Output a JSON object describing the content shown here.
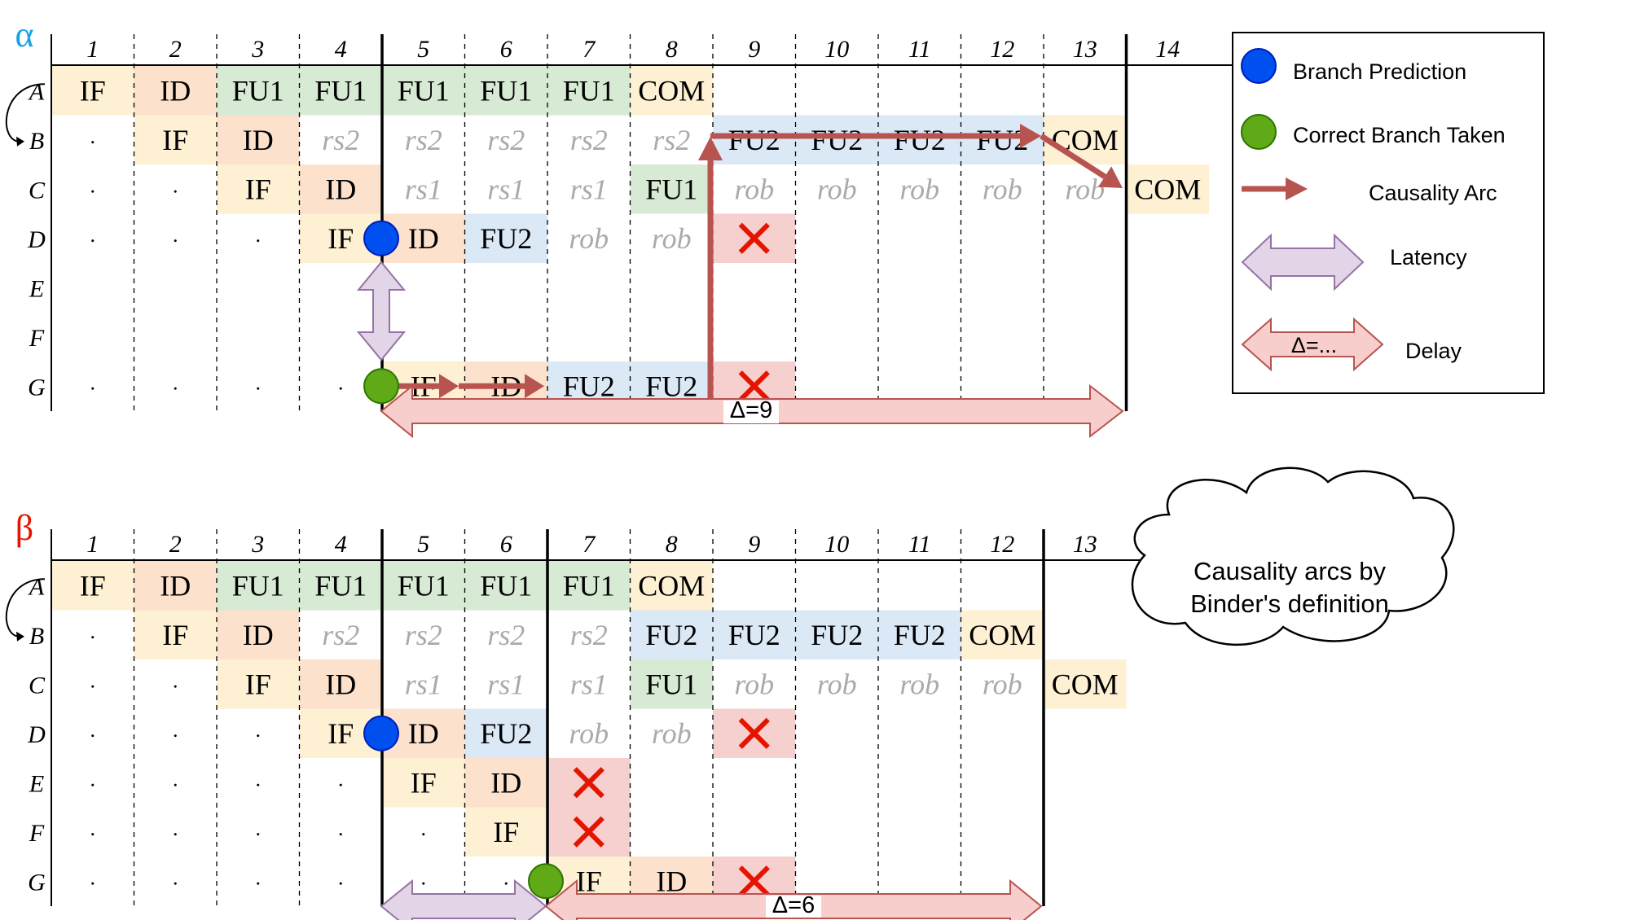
{
  "colors": {
    "IF": "#fdf0d3",
    "ID": "#fce1cc",
    "FU1": "#d7ead3",
    "FU2": "#dbe8f6",
    "COM": "#fdf0d3",
    "X": "#f6cfcf",
    "arc": "#b85450",
    "latency_fill": "#e1d5e7",
    "latency_stroke": "#9673a6",
    "delay_fill": "#f8cecc",
    "delay_stroke": "#b85450",
    "prediction": "#0050ef",
    "correct": "#60a917",
    "ghost_text": "#aaaaaa",
    "alpha": "#1ba1e2",
    "beta": "#e51400"
  },
  "alpha": {
    "label": "α",
    "columns": [
      "1",
      "2",
      "3",
      "4",
      "5",
      "6",
      "7",
      "8",
      "9",
      "10",
      "11",
      "12",
      "13",
      "14"
    ],
    "rows": [
      "A",
      "B",
      "C",
      "D",
      "E",
      "F",
      "G"
    ],
    "cells": [
      [
        "IF",
        "ID",
        "FU1",
        "FU1",
        "FU1",
        "FU1",
        "FU1",
        "COM",
        "",
        "",
        "",
        "",
        "",
        ""
      ],
      [
        ".",
        "IF",
        "ID",
        "rs2",
        "rs2",
        "rs2",
        "rs2",
        "rs2",
        "FU2",
        "FU2",
        "FU2",
        "FU2",
        "COM",
        ""
      ],
      [
        ".",
        ".",
        "IF",
        "ID",
        "rs1",
        "rs1",
        "rs1",
        "FU1",
        "rob",
        "rob",
        "rob",
        "rob",
        "rob",
        "COM"
      ],
      [
        ".",
        ".",
        ".",
        "IF",
        "ID",
        "FU2",
        "rob",
        "rob",
        "X",
        "",
        "",
        "",
        "",
        ""
      ],
      [
        "",
        "",
        "",
        "",
        "",
        "",
        "",
        "",
        "",
        "",
        "",
        "",
        "",
        ""
      ],
      [
        "",
        "",
        "",
        "",
        "",
        "",
        "",
        "",
        "",
        "",
        "",
        "",
        "",
        ""
      ],
      [
        ".",
        ".",
        ".",
        ".",
        "IF",
        "ID",
        "FU2",
        "FU2",
        "X",
        "",
        "",
        "",
        "",
        ""
      ]
    ],
    "delay_label": "Δ=9"
  },
  "beta": {
    "label": "β",
    "columns": [
      "1",
      "2",
      "3",
      "4",
      "5",
      "6",
      "7",
      "8",
      "9",
      "10",
      "11",
      "12",
      "13"
    ],
    "rows": [
      "A",
      "B",
      "C",
      "D",
      "E",
      "F",
      "G"
    ],
    "cells": [
      [
        "IF",
        "ID",
        "FU1",
        "FU1",
        "FU1",
        "FU1",
        "FU1",
        "COM",
        "",
        "",
        "",
        "",
        ""
      ],
      [
        ".",
        "IF",
        "ID",
        "rs2",
        "rs2",
        "rs2",
        "rs2",
        "FU2",
        "FU2",
        "FU2",
        "FU2",
        "COM",
        ""
      ],
      [
        ".",
        ".",
        "IF",
        "ID",
        "rs1",
        "rs1",
        "rs1",
        "FU1",
        "rob",
        "rob",
        "rob",
        "rob",
        "COM"
      ],
      [
        ".",
        ".",
        ".",
        "IF",
        "ID",
        "FU2",
        "rob",
        "rob",
        "X",
        "",
        "",
        "",
        ""
      ],
      [
        ".",
        ".",
        ".",
        ".",
        "IF",
        "ID",
        "X",
        "",
        "",
        "",
        "",
        "",
        ""
      ],
      [
        ".",
        ".",
        ".",
        ".",
        ".",
        "IF",
        "X",
        "",
        "",
        "",
        "",
        "",
        ""
      ],
      [
        ".",
        ".",
        ".",
        ".",
        ".",
        ".",
        "IF",
        "ID",
        "X",
        "",
        "",
        "",
        ""
      ]
    ],
    "delay_label": "Δ=6"
  },
  "legend": {
    "branch_prediction": "Branch Prediction",
    "correct_branch": "Correct Branch Taken",
    "causality_arc": "Causality Arc",
    "latency": "Latency",
    "delay": "Delay",
    "delay_symbol": "Δ=..."
  },
  "cloud": {
    "line1": "Causality arcs by",
    "line2": "Binder's definition"
  }
}
